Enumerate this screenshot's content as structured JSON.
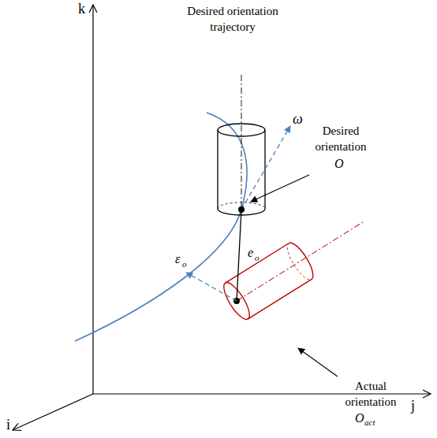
{
  "diagram": {
    "labels": [
      "k",
      "Desired orientation trajectory",
      "ω",
      "Desired orientation",
      "O",
      "e",
      "o",
      "ε",
      "o",
      "Actual orientation",
      "O",
      "act",
      "j",
      "i"
    ]
  }
}
